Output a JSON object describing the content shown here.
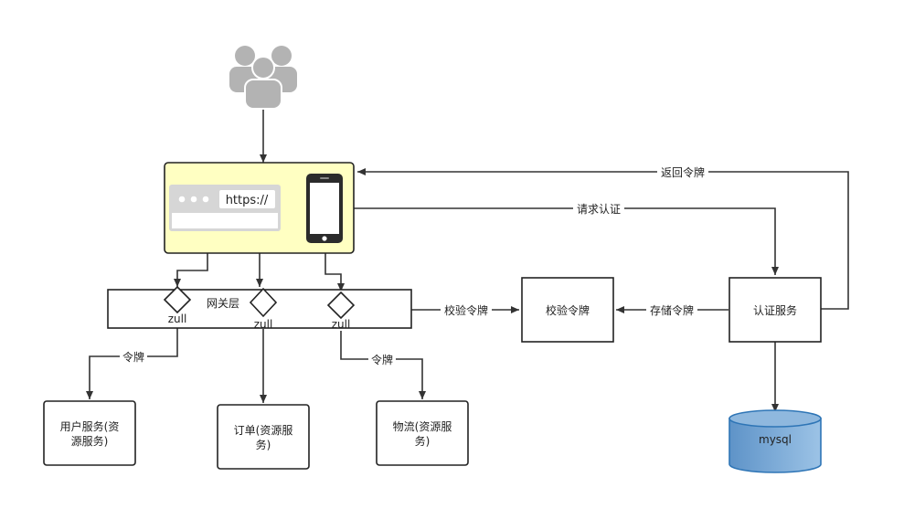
{
  "nodes": {
    "users_icon": "users-group-icon",
    "client": {
      "browser_url": "https://",
      "phone_icon": "smartphone-icon"
    },
    "gateway": {
      "label": "网关层",
      "routers": [
        "zull",
        "zull",
        "zull"
      ]
    },
    "services": {
      "user_service": [
        "用户服务(资",
        "源服务)"
      ],
      "order_service": [
        "订单(资源服",
        "务)"
      ],
      "logistics_service": [
        "物流(资源服",
        "务)"
      ]
    },
    "verify_token": "校验令牌",
    "auth_service": "认证服务",
    "database": "mysql"
  },
  "edges": {
    "return_token": "返回令牌",
    "request_auth": "请求认证",
    "verify_token": "校验令牌",
    "store_token": "存储令牌",
    "token_user": "令牌",
    "token_logistics": "令牌"
  },
  "colors": {
    "client_fill": "#FFFFC2",
    "db_top": "#8FB8DE",
    "db_body": "#6FA8DC",
    "db_stroke": "#2E75B6",
    "icon_gray": "#B3B3B3"
  }
}
